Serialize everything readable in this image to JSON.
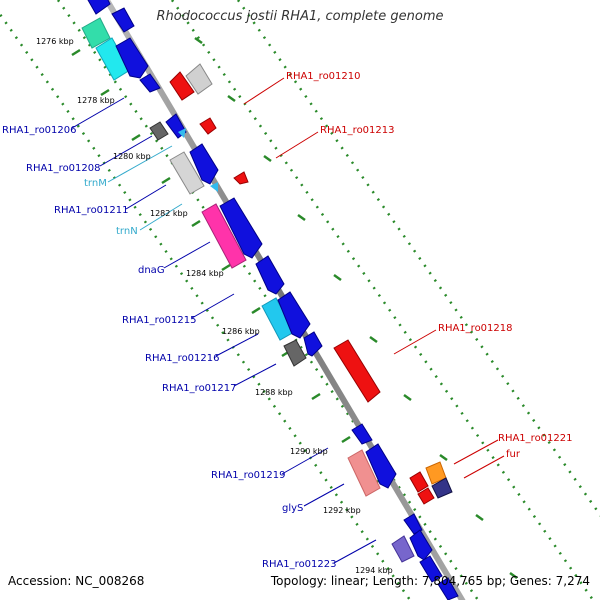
{
  "title": "Rhodococcus jostii RHA1, complete genome",
  "footer": {
    "accession": "Accession: NC_008268",
    "summary": "Topology: linear; Length: 7,804,765 bp; Genes: 7,274"
  },
  "colors": {
    "backbone": "#888888",
    "ruler_tick": "#2a8a2a",
    "label_blue": "#0000aa",
    "label_red": "#cc0000",
    "label_cyan": "#33aacc"
  },
  "kbp_labels": [
    "1276 kbp",
    "1278 kbp",
    "1280 kbp",
    "1282 kbp",
    "1284 kbp",
    "1286 kbp",
    "1288 kbp",
    "1290 kbp",
    "1292 kbp",
    "1294 kbp"
  ],
  "gene_labels_left": [
    {
      "text": "RHA1_ro01206",
      "color": "blue"
    },
    {
      "text": "RHA1_ro01208",
      "color": "blue"
    },
    {
      "text": "trnM",
      "color": "cyan"
    },
    {
      "text": "RHA1_ro01211",
      "color": "blue"
    },
    {
      "text": "trnN",
      "color": "cyan"
    },
    {
      "text": "dnaG",
      "color": "blue"
    },
    {
      "text": "RHA1_ro01215",
      "color": "blue"
    },
    {
      "text": "RHA1_ro01216",
      "color": "blue"
    },
    {
      "text": "RHA1_ro01217",
      "color": "blue"
    },
    {
      "text": "RHA1_ro01219",
      "color": "blue"
    },
    {
      "text": "glyS",
      "color": "blue"
    },
    {
      "text": "RHA1_ro01223",
      "color": "blue"
    }
  ],
  "gene_labels_right": [
    {
      "text": "RHA1_ro01210",
      "color": "red"
    },
    {
      "text": "RHA1_ro01213",
      "color": "red"
    },
    {
      "text": "RHA1_ro01218",
      "color": "red"
    },
    {
      "text": "RHA1_ro01221",
      "color": "red"
    },
    {
      "text": "fur",
      "color": "red"
    }
  ]
}
